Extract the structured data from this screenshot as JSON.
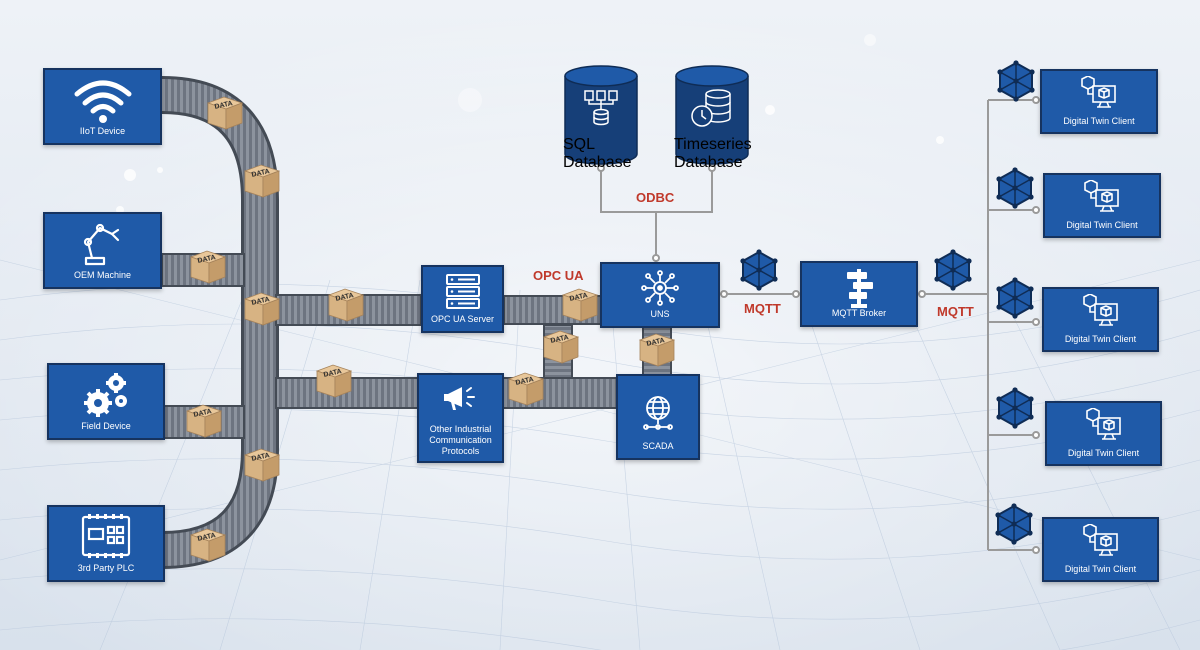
{
  "sources": {
    "iiot": "IIoT Device",
    "oem": "OEM Machine",
    "field": "Field Device",
    "plc": "3rd Party PLC"
  },
  "packet_label": "DATA",
  "servers": {
    "opcua_server": "OPC UA Server",
    "other_protocols": [
      "Other Industrial",
      "Communication",
      "Protocols"
    ],
    "uns": "UNS",
    "scada": "SCADA",
    "mqtt_broker": "MQTT Broker"
  },
  "databases": {
    "sql": [
      "SQL",
      "Database"
    ],
    "timeseries": [
      "Timeseries",
      "Database"
    ]
  },
  "protocols": {
    "odbc": "ODBC",
    "opcua": "OPC UA",
    "mqtt_left": "MQTT",
    "mqtt_right": "MQTT"
  },
  "clients": [
    "Digital Twin Client",
    "Digital Twin Client",
    "Digital Twin Client",
    "Digital Twin Client",
    "Digital Twin Client"
  ],
  "colors": {
    "box": "#1f5aa8",
    "box_border": "#16335f",
    "protocol_text": "#c0392b",
    "connector": "#9a9a9a"
  }
}
